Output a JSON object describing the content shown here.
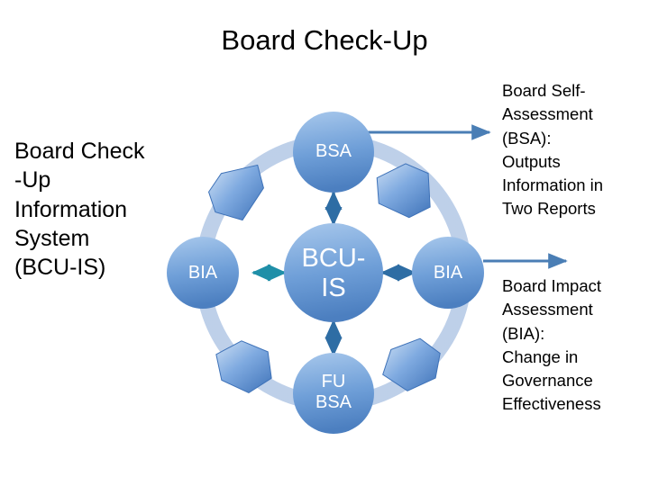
{
  "page": {
    "title": "Board Check-Up",
    "background": "#ffffff"
  },
  "colors": {
    "circle_light": "#9CC0E8",
    "circle_dark": "#4E80C0",
    "ring": "#C2D3EA",
    "arrow_blue": "#4A7EB5",
    "arrow_teal": "#1F8FA8",
    "chevron_light": "#BBD3EE",
    "chevron_dark": "#3E72B8",
    "node_text": "#ffffff",
    "body_text": "#000000"
  },
  "left_label": {
    "text": "Board Check\n-Up\nInformation\nSystem\n(BCU-IS)"
  },
  "diagram": {
    "center_node": {
      "id": "bcu-is",
      "label": "BCU-\nIS"
    },
    "outer_nodes": [
      {
        "id": "bsa-top",
        "label": "BSA",
        "position": "top"
      },
      {
        "id": "bia-right",
        "label": "BIA",
        "position": "right"
      },
      {
        "id": "fubsa-bottom",
        "label": "FU\nBSA",
        "position": "bottom"
      },
      {
        "id": "bia-left",
        "label": "BIA",
        "position": "left"
      }
    ],
    "cycle_chevrons": [
      {
        "id": "chevron-top-left",
        "direction": "up-right"
      },
      {
        "id": "chevron-top-right",
        "direction": "down-right"
      },
      {
        "id": "chevron-bottom-right",
        "direction": "down-left"
      },
      {
        "id": "chevron-bottom-left",
        "direction": "up-left"
      }
    ],
    "spoke_arrows": [
      {
        "id": "arrow-center-top",
        "style": "double-headed",
        "color": "#2E6DA4"
      },
      {
        "id": "arrow-center-right",
        "style": "double-headed",
        "color": "#2E6DA4"
      },
      {
        "id": "arrow-center-bottom",
        "style": "double-headed",
        "color": "#2E6DA4"
      },
      {
        "id": "arrow-center-left",
        "style": "double-headed",
        "color": "#1F8FA8"
      }
    ],
    "callout_arrows": [
      {
        "id": "arrow-bsa-to-note",
        "style": "single-headed",
        "points_to": "right-text-top"
      },
      {
        "id": "arrow-bia-to-note",
        "style": "single-headed",
        "points_to": "right-text-bottom"
      }
    ]
  },
  "right_notes": {
    "top": {
      "text": "Board Self-\nAssessment\n(BSA):\nOutputs\nInformation in\nTwo Reports"
    },
    "bottom": {
      "text": "Board Impact\nAssessment\n(BIA):\nChange in\nGovernance\nEffectiveness"
    }
  }
}
